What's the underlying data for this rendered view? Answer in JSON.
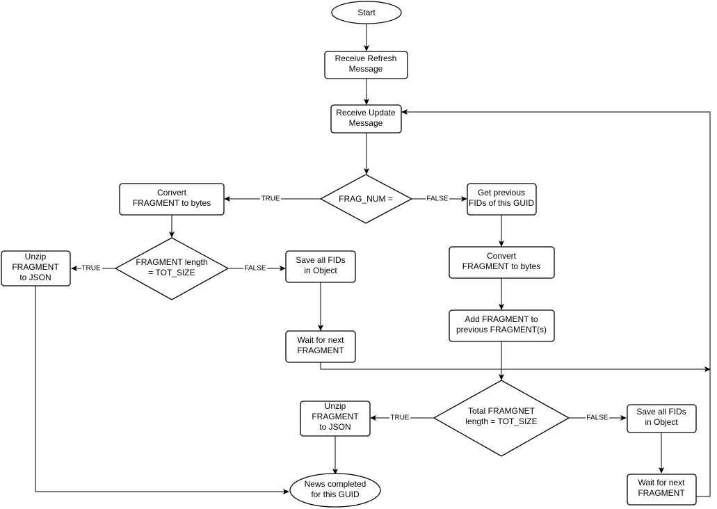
{
  "nodes": {
    "start": "Start",
    "receive_refresh": "Receive Refresh Message",
    "receive_update": "Receive Update Message",
    "frag_num": "FRAG_NUM =",
    "convert_fragment_left": "Convert FRAGMENT to bytes",
    "get_previous_fids": "Get previous FIDs of this GUID",
    "fragment_length_check": "FRAGMENT length = TOT_SIZE",
    "unzip_left": "Unzip FRAGMENT to JSON",
    "save_fids_mid": "Save all FIDs in Object",
    "wait_next_mid": "Wait for next FRAGMENT",
    "convert_fragment_right": "Convert FRAGMENT to bytes",
    "add_fragment": "Add FRAGMENT to previous FRAGMENT(s)",
    "total_length_check": "Total FRAMGNET length = TOT_SIZE",
    "unzip_bottom": "Unzip FRAGMENT to JSON",
    "save_fids_right": "Save all FIDs in Object",
    "news_completed": "News completed for this GUID",
    "wait_next_right": "Wait for next FRAGMENT"
  },
  "edge_labels": {
    "true": "TRUE",
    "false": "FALSE"
  }
}
